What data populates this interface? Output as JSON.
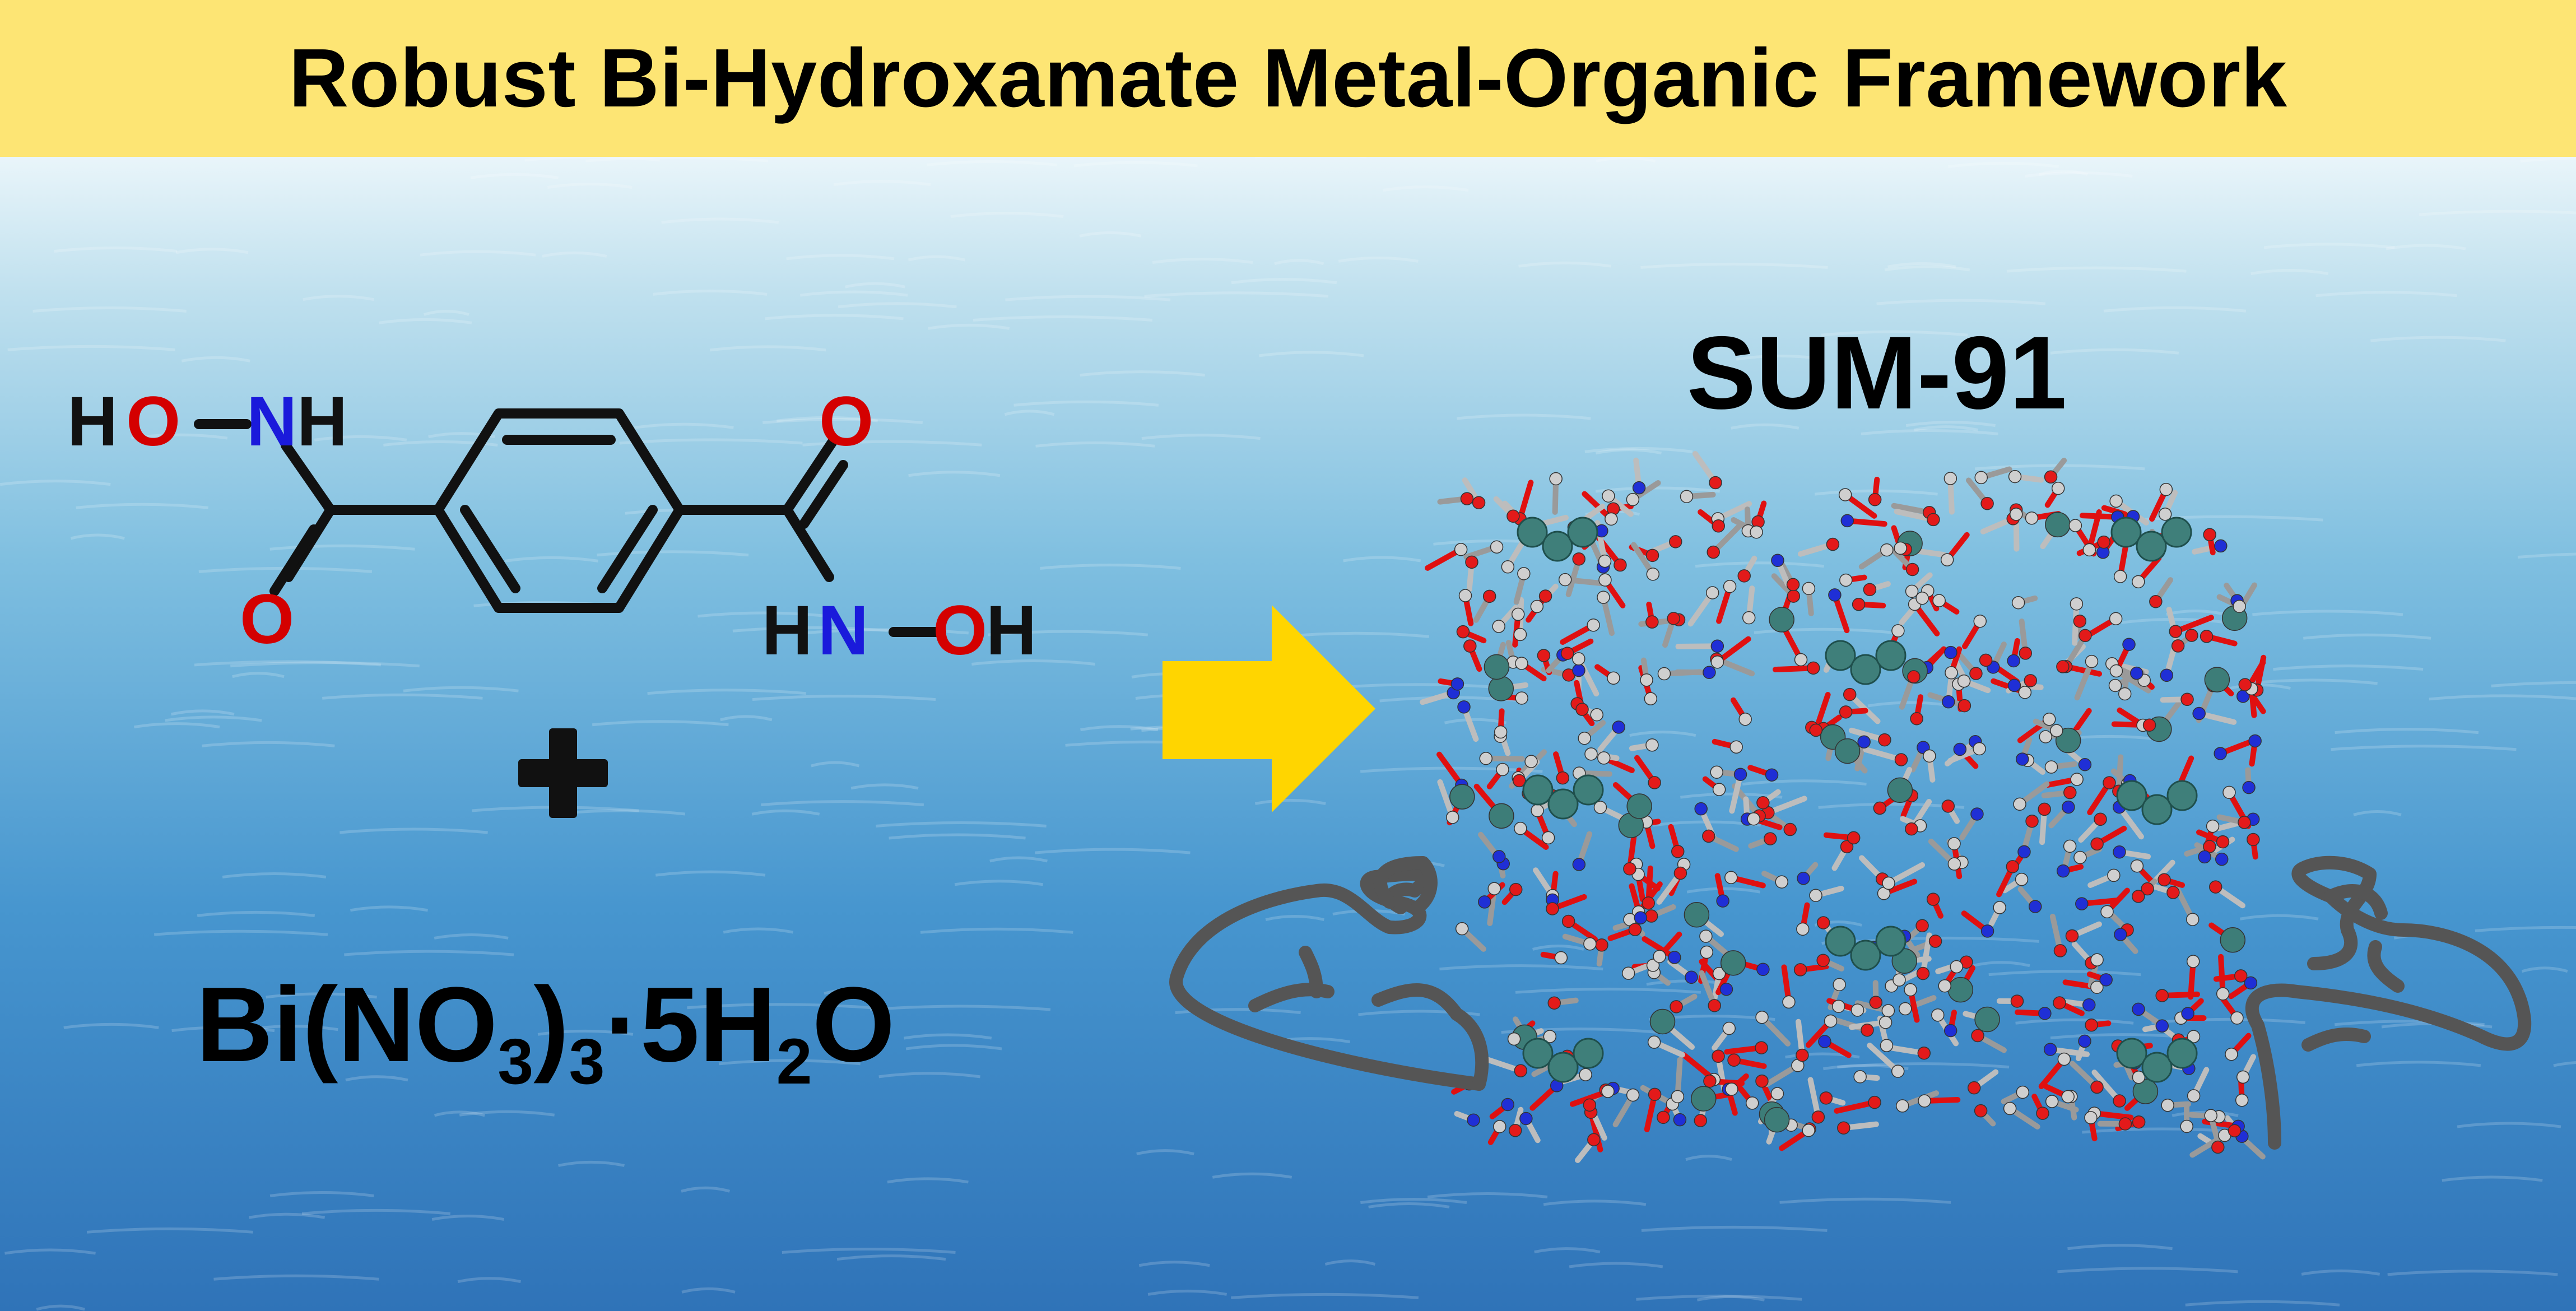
{
  "banner": {
    "title": "Robust Bi-Hydroxamate Metal-Organic Framework",
    "background": "#fde574"
  },
  "ligand": {
    "top_left_group": {
      "h": "H",
      "o": "O",
      "n": "N",
      "h2": "H"
    },
    "carbonyl_left": "O",
    "carbonyl_right": "O",
    "bottom_right_group": {
      "h": "H",
      "n": "N",
      "o": "O",
      "h2": "H"
    },
    "colors": {
      "oxygen": "#d40000",
      "nitrogen": "#1a1adb",
      "bond": "#111111"
    }
  },
  "reagent": {
    "prefix": "Bi(NO",
    "sub1": "3",
    "mid": ")",
    "sub2": "3",
    "dot": "·5H",
    "sub3": "2",
    "suffix": "O"
  },
  "mof": {
    "name": "SUM-91"
  },
  "arrow": {
    "color": "#ffd500"
  },
  "muscle_icon_color": "#555555"
}
